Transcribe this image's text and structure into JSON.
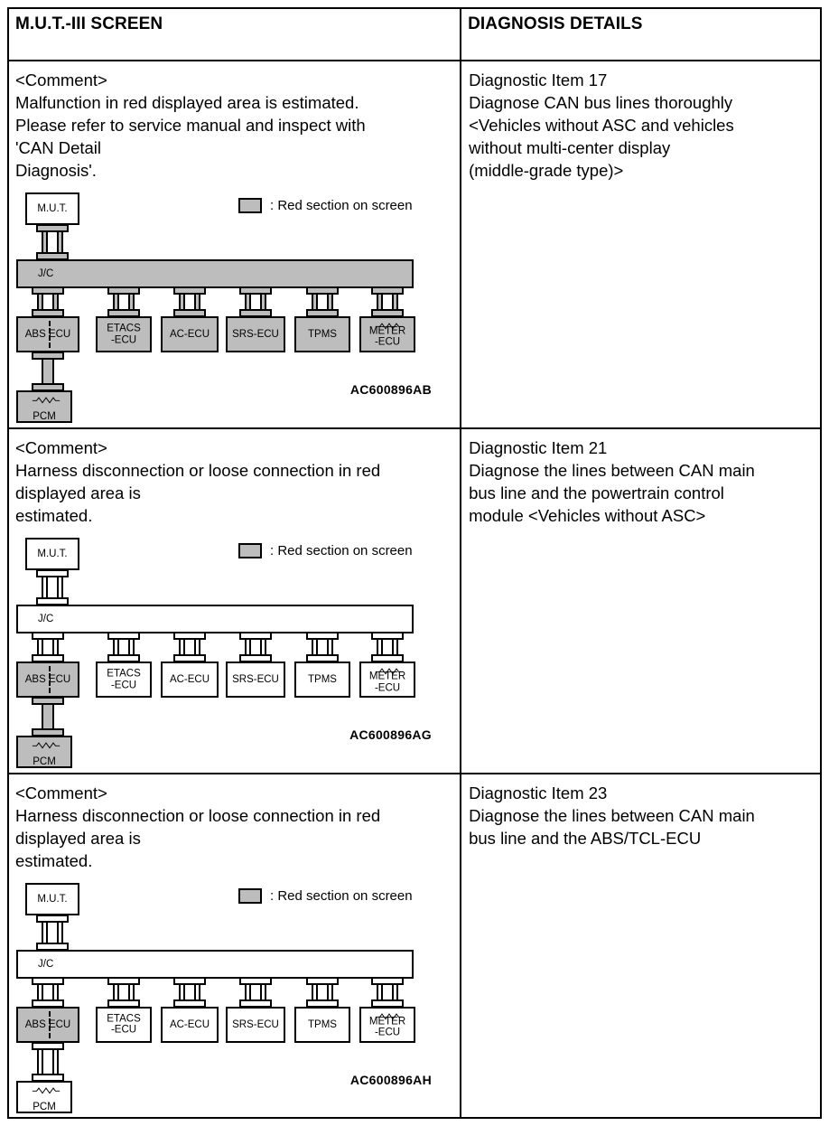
{
  "table": {
    "headers": {
      "left": "M.U.T.-III SCREEN",
      "right": "DIAGNOSIS DETAILS"
    }
  },
  "legend": {
    "label": ": Red section on screen"
  },
  "rows": [
    {
      "comment": {
        "title": "<Comment>",
        "lines": [
          "Malfunction in red displayed area is estimated.",
          "Please refer to service manual and inspect with",
          "'CAN Detail",
          "Diagnosis'."
        ]
      },
      "details": {
        "lines": [
          "Diagnostic Item 17",
          "Diagnose CAN bus lines thoroughly",
          "<Vehicles without ASC and vehicles",
          "without multi-center display",
          "(middle-grade type)>"
        ]
      },
      "diagram": {
        "code": "AC600896AB",
        "nodes": {
          "mut": "M.U.T.",
          "jc": "J/C",
          "abs_left": "ABS",
          "abs_right": "ECU",
          "etacs_l1": "ETACS",
          "etacs_l2": "-ECU",
          "ac": "AC-ECU",
          "srs": "SRS-ECU",
          "tpms": "TPMS",
          "meter_l1": "METER",
          "meter_l2": "-ECU",
          "pcm": "PCM"
        },
        "highlight": {
          "mut": false,
          "jc": true,
          "abs": true,
          "etacs": true,
          "ac": true,
          "srs": true,
          "tpms": true,
          "meter": true,
          "pcm": true,
          "wire_mut_jc": true,
          "wire_jc_abs": true,
          "wire_jc_etacs": true,
          "wire_jc_ac": true,
          "wire_jc_srs": true,
          "wire_jc_tpms": true,
          "wire_jc_meter": true,
          "wire_abs_pcm": true
        }
      }
    },
    {
      "comment": {
        "title": "<Comment>",
        "lines": [
          "Harness disconnection or loose connection in red",
          "displayed area is",
          "estimated."
        ]
      },
      "details": {
        "lines": [
          "Diagnostic Item 21",
          "Diagnose the lines between CAN main",
          "bus line and the powertrain control",
          "module <Vehicles without ASC>"
        ]
      },
      "diagram": {
        "code": "AC600896AG",
        "nodes": {
          "mut": "M.U.T.",
          "jc": "J/C",
          "abs_left": "ABS",
          "abs_right": "ECU",
          "etacs_l1": "ETACS",
          "etacs_l2": "-ECU",
          "ac": "AC-ECU",
          "srs": "SRS-ECU",
          "tpms": "TPMS",
          "meter_l1": "METER",
          "meter_l2": "-ECU",
          "pcm": "PCM"
        },
        "highlight": {
          "mut": false,
          "jc": false,
          "abs": true,
          "etacs": false,
          "ac": false,
          "srs": false,
          "tpms": false,
          "meter": false,
          "pcm": true,
          "wire_mut_jc": false,
          "wire_jc_abs": false,
          "wire_jc_etacs": false,
          "wire_jc_ac": false,
          "wire_jc_srs": false,
          "wire_jc_tpms": false,
          "wire_jc_meter": false,
          "wire_abs_pcm": true
        }
      }
    },
    {
      "comment": {
        "title": "<Comment>",
        "lines": [
          "Harness disconnection or loose connection in red",
          "displayed area is",
          "estimated."
        ]
      },
      "details": {
        "lines": [
          "Diagnostic Item 23",
          "Diagnose the lines between CAN main",
          "bus line and the ABS/TCL-ECU"
        ]
      },
      "diagram": {
        "code": "AC600896AH",
        "nodes": {
          "mut": "M.U.T.",
          "jc": "J/C",
          "abs_left": "ABS",
          "abs_right": "ECU",
          "etacs_l1": "ETACS",
          "etacs_l2": "-ECU",
          "ac": "AC-ECU",
          "srs": "SRS-ECU",
          "tpms": "TPMS",
          "meter_l1": "METER",
          "meter_l2": "-ECU",
          "pcm": "PCM"
        },
        "highlight": {
          "mut": false,
          "jc": false,
          "abs": true,
          "etacs": false,
          "ac": false,
          "srs": false,
          "tpms": false,
          "meter": false,
          "pcm": false,
          "wire_mut_jc": false,
          "wire_jc_abs": false,
          "wire_jc_etacs": false,
          "wire_jc_ac": false,
          "wire_jc_srs": false,
          "wire_jc_tpms": false,
          "wire_jc_meter": false,
          "wire_abs_pcm": false
        }
      }
    }
  ],
  "colors": {
    "highlight_gray": "#bdbdbd",
    "line": "#000000",
    "background": "#ffffff"
  }
}
